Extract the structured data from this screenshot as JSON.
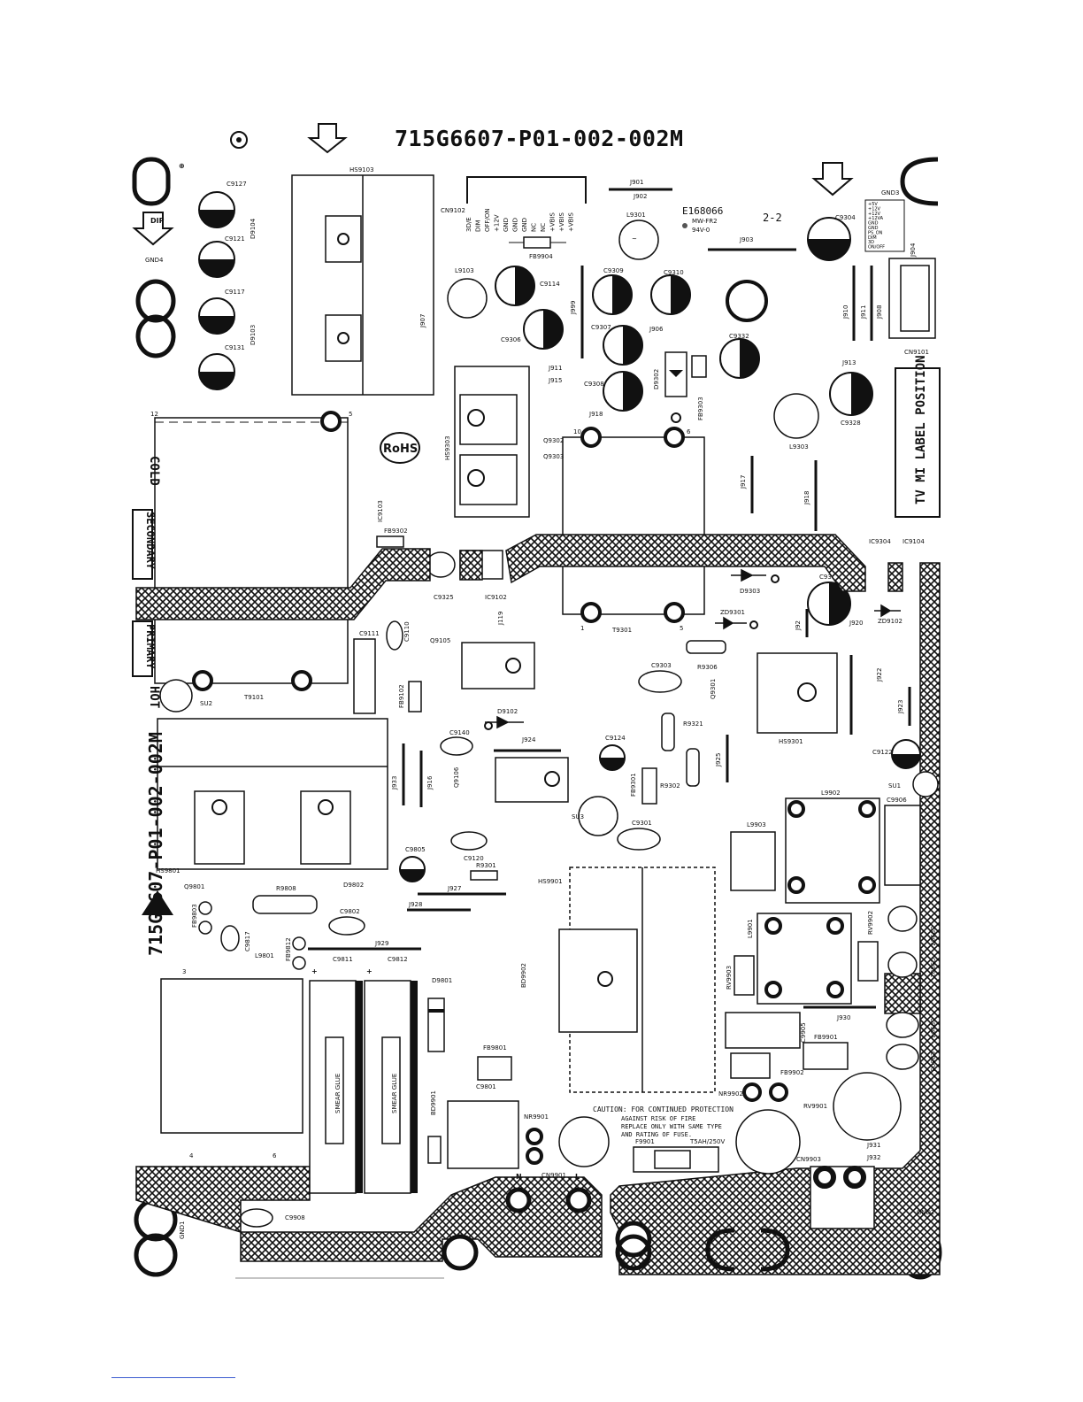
{
  "board": {
    "title": "715G6607-P01-002-002M",
    "side_title": "715G6607-P01-002-002M",
    "ul_number": "E168066",
    "ul_grade": "MW-FR2",
    "ul_rating": "94V-0",
    "date_code": "2-2",
    "rohs": "RoHS",
    "dip_label": "DIP",
    "label_position": "TV MI LABEL POSITION",
    "cold_label": "COLD",
    "secondary_label": "SECONDARY",
    "primary_label": "PRIMARY",
    "hot_label": "HOT",
    "caution_lines": [
      "CAUTION: FOR CONTINUED PROTECTION",
      "AGAINST RISK OF FIRE",
      "REPLACE ONLY WITH SAME TYPE",
      "AND RATING OF FUSE."
    ],
    "fuse_rating": "T5AH/250V",
    "smear_glue": "SMEAR GLUE",
    "connector_pins": [
      "3D/E",
      "DIM",
      "OFF/ON",
      "+12V",
      "GND",
      "GND",
      "GND",
      "NC",
      "NC",
      "+VBIS",
      "+VBIS",
      "+VBIS"
    ],
    "cn9101_pins": [
      "+5V",
      "+12V",
      "+12V",
      "+12VA",
      "GND",
      "GND",
      "PS_ON",
      "DIM",
      "3D",
      "ON/OFF"
    ],
    "line_labels": [
      "N",
      "L"
    ]
  },
  "components": {
    "c9127": "C9127",
    "c9121": "C9121",
    "c9117": "C9117",
    "c9131": "C9131",
    "d9104": "D9104",
    "d9103": "D9103",
    "gnd4": "GND4",
    "hs9103": "HS9103",
    "cn9102": "CN9102",
    "j907": "J907",
    "fb9904": "FB9904",
    "j901": "J901",
    "j902": "J902",
    "l9301": "L9301",
    "l9103": "L9103",
    "c9114": "C9114",
    "c9306": "C9306",
    "c9309": "C9309",
    "c9310": "C9310",
    "j999": "J999",
    "c9307": "C9307",
    "j906": "J906",
    "c9332": "C9332",
    "d9302": "D9302",
    "fb9303": "FB9303",
    "c9308": "C9308",
    "j911": "J911",
    "j915": "J915",
    "j918": "J918",
    "q9302": "Q9302",
    "q9303": "Q9303",
    "hs9303": "HS9303",
    "j903": "J903",
    "c9304": "C9304",
    "gnd3": "GND3",
    "j904": "J904",
    "j910": "J910",
    "j911b": "J911",
    "j908": "J908",
    "cn9101": "CN9101",
    "j913": "J913",
    "c9328": "C9328",
    "l9303": "L9303",
    "j917": "J917",
    "j918b": "J918",
    "t9301": "T9301",
    "ic9103": "IC9103",
    "fb9302": "FB9302",
    "c9325": "C9325",
    "ic9102": "IC9102",
    "d9303": "D9303",
    "c9319": "C9319",
    "ic9304": "IC9304",
    "ic9104": "IC9104",
    "zd9102": "ZD9102",
    "j920": "J920",
    "j92": "J92",
    "t9101": "T9101",
    "su2": "SU2",
    "c9111": "C9111",
    "c9110": "C9110",
    "j119": "J119",
    "q9105": "Q9105",
    "fb9102": "FB9102",
    "d9102": "D9102",
    "c9140": "C9140",
    "j924": "J924",
    "q9106": "Q9106",
    "j933": "J933",
    "j916": "J916",
    "hs9801": "HS9801",
    "q9801": "Q9801",
    "r9808": "R9808",
    "d9802": "D9802",
    "fb9803": "FB9803",
    "c9817": "C9817",
    "l9801": "L9801",
    "fb9812": "FB9812",
    "c9811": "C9811",
    "c9812": "C9812",
    "j929": "J929",
    "c9802": "C9802",
    "j928": "J928",
    "c9805": "C9805",
    "c9120": "C9120",
    "r9301": "R9301",
    "j927": "J927",
    "hs9901": "HS9901",
    "d9801": "D9801",
    "bd9902": "BD9902",
    "fb9801": "FB9801",
    "c9801": "C9801",
    "bd9901": "BD9901",
    "nr9901": "NR9901",
    "cn9901": "CN9901",
    "f9901": "F9901",
    "c9908": "C9908",
    "gnd1": "GND1",
    "su3": "SU3",
    "c9301": "C9301",
    "c9124": "C9124",
    "fb9301": "FB9301",
    "r9302": "R9302",
    "r9321": "R9321",
    "j925": "J925",
    "c9303": "C9303",
    "r9306": "R9306",
    "q9301": "Q9301",
    "hs9301": "HS9301",
    "zd9301": "ZD9301",
    "j922": "J922",
    "j923": "J923",
    "c9122": "C9122",
    "su1": "SU1",
    "l9902": "L9902",
    "c9906": "C9906",
    "l9903": "L9903",
    "l9901": "L9901",
    "rv9902": "RV9902",
    "rv9903": "RV9903",
    "c9907": "C9907",
    "c9902": "C9902",
    "j930": "J930",
    "c9905": "C9905",
    "fb9901": "FB9901",
    "fb9902": "FB9902",
    "c9904": "C9904",
    "c9903": "C9903",
    "nr9902": "NR9902",
    "rv9901": "RV9901",
    "j931": "J931",
    "j932": "J932",
    "cn9903": "CN9903",
    "gnd2": "GND2"
  }
}
